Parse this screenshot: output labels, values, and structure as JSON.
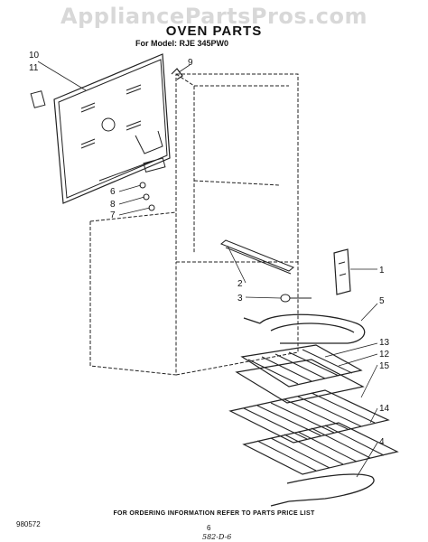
{
  "watermark": "AppliancePartsPros.com",
  "title": "OVEN PARTS",
  "model_line": "For Model: RJE 345PW0",
  "callouts": [
    "10",
    "11",
    "9",
    "6",
    "8",
    "7",
    "2",
    "3",
    "1",
    "5",
    "13",
    "12",
    "15",
    "14",
    "4"
  ],
  "footer": {
    "instruction": "FOR ORDERING INFORMATION REFER TO PARTS PRICE LIST",
    "doc_number": "980572",
    "page_number": "6",
    "handwritten_note": "582-D-6"
  }
}
